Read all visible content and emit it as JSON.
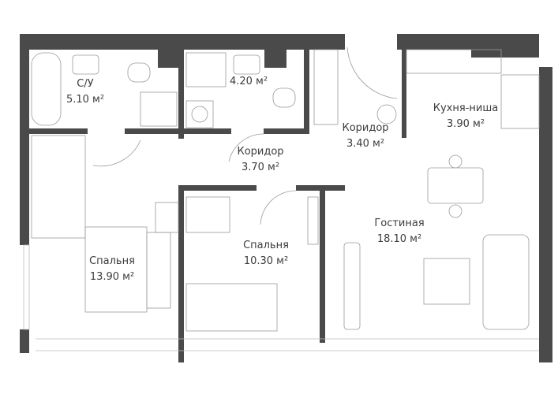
{
  "rooms": [
    {
      "name": "С/У",
      "area": "5.10 м²"
    },
    {
      "name": "",
      "area": "4.20 м²"
    },
    {
      "name": "Коридор",
      "area": "3.40 м²"
    },
    {
      "name": "Кухня-ниша",
      "area": "3.90 м²"
    },
    {
      "name": "Коридор",
      "area": "3.70 м²"
    },
    {
      "name": "Спальня",
      "area": "10.30 м²"
    },
    {
      "name": "Гостиная",
      "area": "18.10 м²"
    },
    {
      "name": "Спальня",
      "area": "13.90 м²"
    }
  ],
  "colors": {
    "wall": "#4a4a4a",
    "furniture": "#9a9a9a"
  }
}
